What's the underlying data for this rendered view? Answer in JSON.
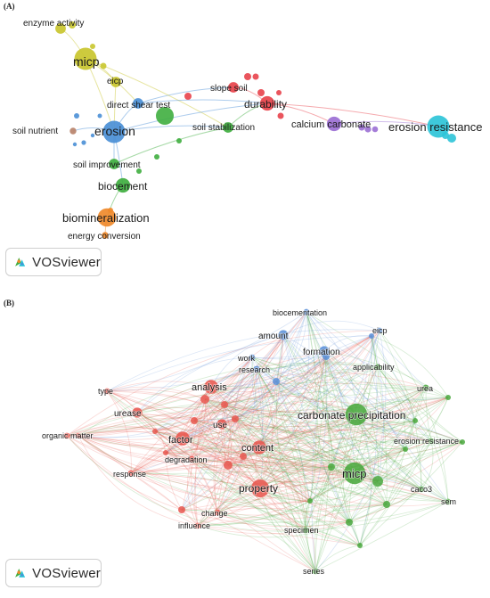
{
  "panels": [
    {
      "label": "(A)",
      "nodes": [
        {
          "id": "enzyme_activity",
          "label": "enzyme activity",
          "group": "yellow",
          "weight": 2
        },
        {
          "id": "micp",
          "label": "micp",
          "group": "yellow",
          "weight": 5
        },
        {
          "id": "eicp",
          "label": "eicp",
          "group": "yellow",
          "weight": 2
        },
        {
          "id": "direct_shear_test",
          "label": "direct shear test",
          "group": "blue",
          "weight": 2
        },
        {
          "id": "soil_nutrient",
          "label": "soil nutrient",
          "group": "brown",
          "weight": 1
        },
        {
          "id": "erosion",
          "label": "erosion",
          "group": "blue",
          "weight": 5
        },
        {
          "id": "soil_improvement",
          "label": "soil improvement",
          "group": "green",
          "weight": 2
        },
        {
          "id": "biocement",
          "label": "biocement",
          "group": "green",
          "weight": 3
        },
        {
          "id": "biomineralization",
          "label": "biomineralization",
          "group": "orange",
          "weight": 4
        },
        {
          "id": "energy_conversion",
          "label": "energy conversion",
          "group": "orange",
          "weight": 1
        },
        {
          "id": "slope_soil",
          "label": "slope soil",
          "group": "red",
          "weight": 2
        },
        {
          "id": "durability",
          "label": "durability",
          "group": "red",
          "weight": 3
        },
        {
          "id": "soil_stabilization",
          "label": "soil stabilization",
          "group": "green",
          "weight": 2
        },
        {
          "id": "calcium_carbonate",
          "label": "calcium carbonate",
          "group": "purple",
          "weight": 3
        },
        {
          "id": "erosion_resistance",
          "label": "erosion resistance",
          "group": "cyan",
          "weight": 5
        }
      ]
    },
    {
      "label": "(B)",
      "nodes": [
        {
          "id": "biocementation",
          "label": "biocementation",
          "group": "blue",
          "weight": 1
        },
        {
          "id": "eicp",
          "label": "eicp",
          "group": "blue",
          "weight": 1
        },
        {
          "id": "amount",
          "label": "amount",
          "group": "blue",
          "weight": 2
        },
        {
          "id": "formation",
          "label": "formation",
          "group": "blue",
          "weight": 2
        },
        {
          "id": "work",
          "label": "work",
          "group": "blue",
          "weight": 1
        },
        {
          "id": "research",
          "label": "research",
          "group": "blue",
          "weight": 1
        },
        {
          "id": "applicability",
          "label": "applicability",
          "group": "green",
          "weight": 1
        },
        {
          "id": "type",
          "label": "type",
          "group": "red",
          "weight": 1
        },
        {
          "id": "analysis",
          "label": "analysis",
          "group": "red",
          "weight": 3
        },
        {
          "id": "urea",
          "label": "urea",
          "group": "green",
          "weight": 1
        },
        {
          "id": "urease",
          "label": "urease",
          "group": "red",
          "weight": 2
        },
        {
          "id": "use",
          "label": "use",
          "group": "red",
          "weight": 2
        },
        {
          "id": "carbonate_precipitation",
          "label": "carbonate precipitation",
          "group": "green",
          "weight": 5
        },
        {
          "id": "organic_matter",
          "label": "organic matter",
          "group": "red",
          "weight": 1
        },
        {
          "id": "factor",
          "label": "factor",
          "group": "red",
          "weight": 3
        },
        {
          "id": "content",
          "label": "content",
          "group": "red",
          "weight": 3
        },
        {
          "id": "erosion_resistance",
          "label": "erosion resistance",
          "group": "green",
          "weight": 1
        },
        {
          "id": "degradation",
          "label": "degradation",
          "group": "red",
          "weight": 1
        },
        {
          "id": "response",
          "label": "response",
          "group": "red",
          "weight": 1
        },
        {
          "id": "micp",
          "label": "micp",
          "group": "green",
          "weight": 5
        },
        {
          "id": "caco3",
          "label": "caco3",
          "group": "green",
          "weight": 1
        },
        {
          "id": "property",
          "label": "property",
          "group": "red",
          "weight": 4
        },
        {
          "id": "sem",
          "label": "sem",
          "group": "green",
          "weight": 1
        },
        {
          "id": "change",
          "label": "change",
          "group": "red",
          "weight": 1
        },
        {
          "id": "influence",
          "label": "influence",
          "group": "red",
          "weight": 1
        },
        {
          "id": "specimen",
          "label": "specimen",
          "group": "green",
          "weight": 1
        },
        {
          "id": "series",
          "label": "series",
          "group": "green",
          "weight": 1
        }
      ]
    }
  ],
  "brand": {
    "name": "VOSviewer"
  },
  "colors": {
    "yellow": "#c9c62e",
    "blue": "#4a8fd6",
    "green": "#3fae3f",
    "red": "#e8434b",
    "purple": "#9b6fd4",
    "cyan": "#2ec4d8",
    "orange": "#f08a2b",
    "brown": "#b8836b",
    "b_red": "#e8574f",
    "b_green": "#4aa83e",
    "b_blue": "#5a8fd8"
  }
}
